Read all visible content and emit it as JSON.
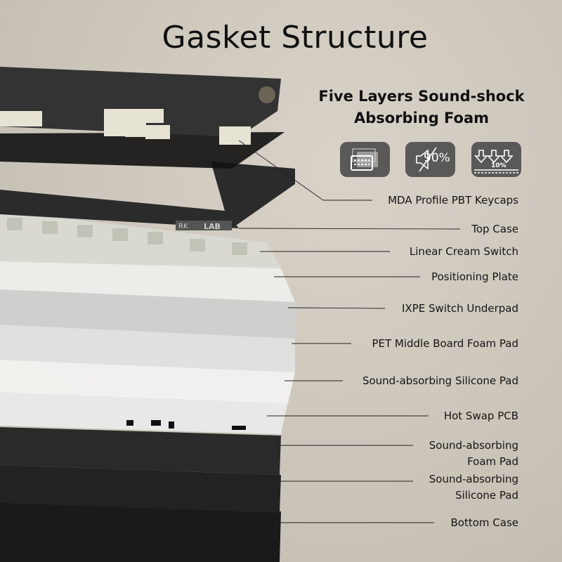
{
  "title": "Gasket Structure",
  "subtitle_line1": "Five Layers Sound-shock",
  "subtitle_line2": "Absorbing Foam",
  "badges": [
    {
      "icon": "layered-foam-keyboard-icon"
    },
    {
      "icon": "muted-speaker-icon",
      "text": "90%"
    },
    {
      "icon": "down-arrows-compression-icon",
      "text": "10%"
    }
  ],
  "case_logo": {
    "brand": "RK",
    "text": "LAB"
  },
  "layers": [
    {
      "label": "MDA Profile PBT Keycaps"
    },
    {
      "label": "Top Case"
    },
    {
      "label": "Linear Cream Switch"
    },
    {
      "label": "Positioning Plate"
    },
    {
      "label": "IXPE Switch Underpad"
    },
    {
      "label": "PET Middle Board Foam Pad"
    },
    {
      "label": "Sound-absorbing Silicone Pad"
    },
    {
      "label": "Hot Swap PCB"
    },
    {
      "label_line1": "Sound-absorbing",
      "label_line2": "Foam Pad"
    },
    {
      "label_line1": "Sound-absorbing",
      "label_line2": "Silicone Pad"
    },
    {
      "label": "Bottom Case"
    }
  ]
}
